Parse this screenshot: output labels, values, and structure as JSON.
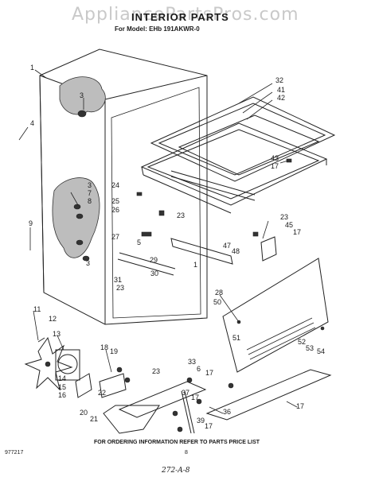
{
  "watermark": "AppliancePartsPros.com",
  "title": "INTERIOR PARTS",
  "subtitle": "For Model: EHb 191AKWR-0",
  "footer_note": "FOR ORDERING INFORMATION REFER TO PARTS PRICE LIST",
  "doc_code": "977217",
  "page_number": "8",
  "handwritten_note": "272-A-8",
  "callouts": [
    "1",
    "3",
    "4",
    "3",
    "7",
    "8",
    "9",
    "3",
    "24",
    "25",
    "26",
    "23",
    "27",
    "5",
    "29",
    "1",
    "31",
    "30",
    "23",
    "32",
    "41",
    "42",
    "43",
    "17",
    "23",
    "45",
    "17",
    "47",
    "48",
    "28",
    "50",
    "51",
    "52",
    "53",
    "54",
    "11",
    "12",
    "13",
    "18",
    "19",
    "23",
    "14",
    "15",
    "16",
    "22",
    "20",
    "21",
    "33",
    "6",
    "17",
    "37",
    "17",
    "39",
    "17",
    "36",
    "17"
  ]
}
